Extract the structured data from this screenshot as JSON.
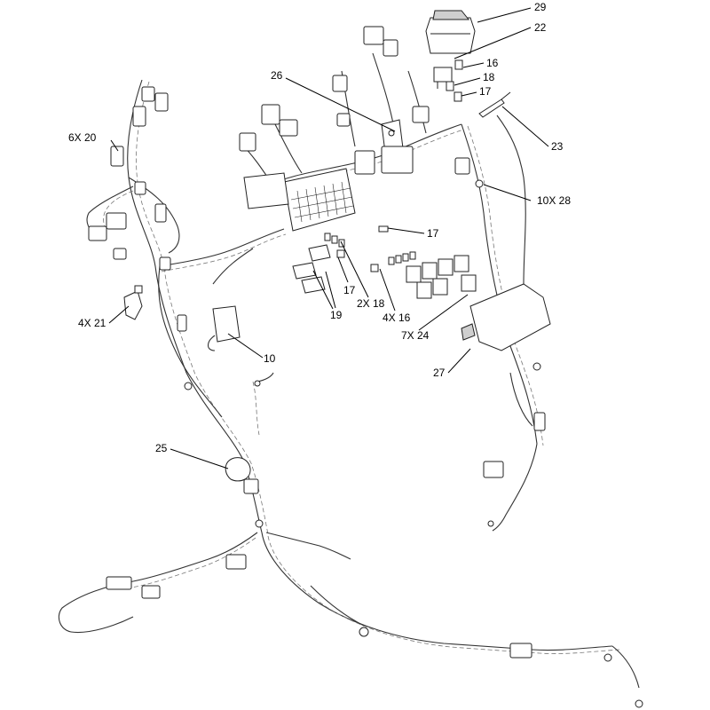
{
  "callouts": {
    "c29": "29",
    "c22": "22",
    "c16a": "16",
    "c18a": "18",
    "c17a": "17",
    "c23": "23",
    "c26": "26",
    "c6x20": "6X 20",
    "c10x28": "10X 28",
    "c17b": "17",
    "c17c": "17",
    "c2x18": "2X 18",
    "c4x16": "4X 16",
    "c19": "19",
    "c4x21": "4X 21",
    "c7x24": "7X 24",
    "c10": "10",
    "c27": "27",
    "c25": "25"
  },
  "icons": {
    "relay": "relay-icon",
    "fuse": "fuse-icon",
    "connector": "connector-icon",
    "fuse-block": "fuse-block-icon",
    "ring-terminal": "ring-terminal-icon"
  }
}
